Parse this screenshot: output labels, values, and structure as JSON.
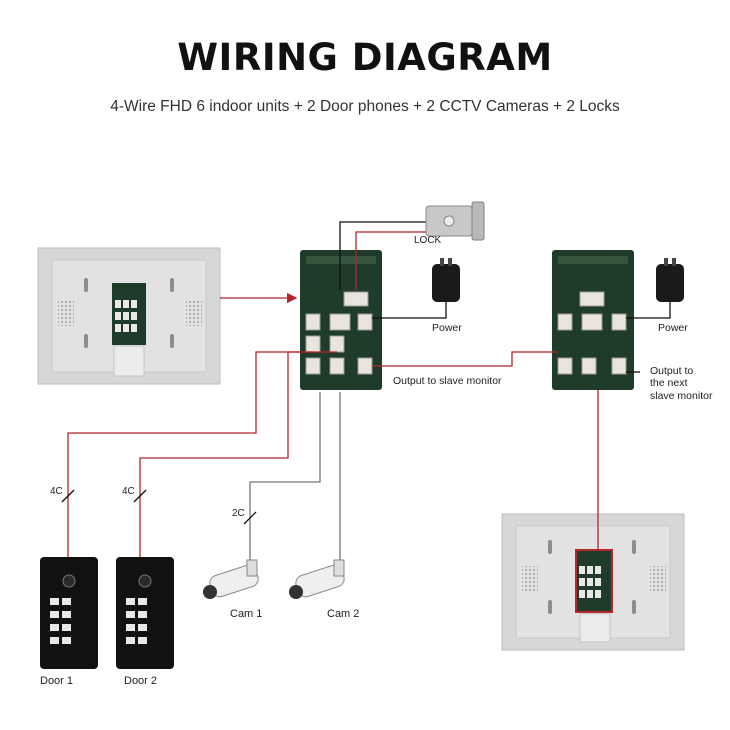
{
  "header": {
    "title": "WIRING DIAGRAM",
    "subtitle": "4-Wire FHD 6 indoor units + 2 Door phones + 2 CCTV Cameras + 2 Locks"
  },
  "labels": {
    "lock": "LOCK",
    "power_main": "Power",
    "power_slave": "Power",
    "output_slave": "Output to slave monitor",
    "output_next_1": "Output to",
    "output_next_2": "the next",
    "output_next_3": "slave monitor",
    "wire_door1": "4C",
    "wire_door2": "4C",
    "wire_cam": "2C",
    "cam1": "Cam 1",
    "cam2": "Cam 2",
    "door1": "Door 1",
    "door2": "Door 2"
  },
  "colors": {
    "wire_red": "#b5252a",
    "wire_black": "#111111",
    "wire_gray": "#777777",
    "board_green": "#1f3b2a",
    "monitor_gray": "#d7d7d7"
  },
  "icons": [
    "lock-icon",
    "power-adapter-icon",
    "camera-icon",
    "door-phone-icon",
    "monitor-back-icon",
    "circuit-board-icon"
  ]
}
